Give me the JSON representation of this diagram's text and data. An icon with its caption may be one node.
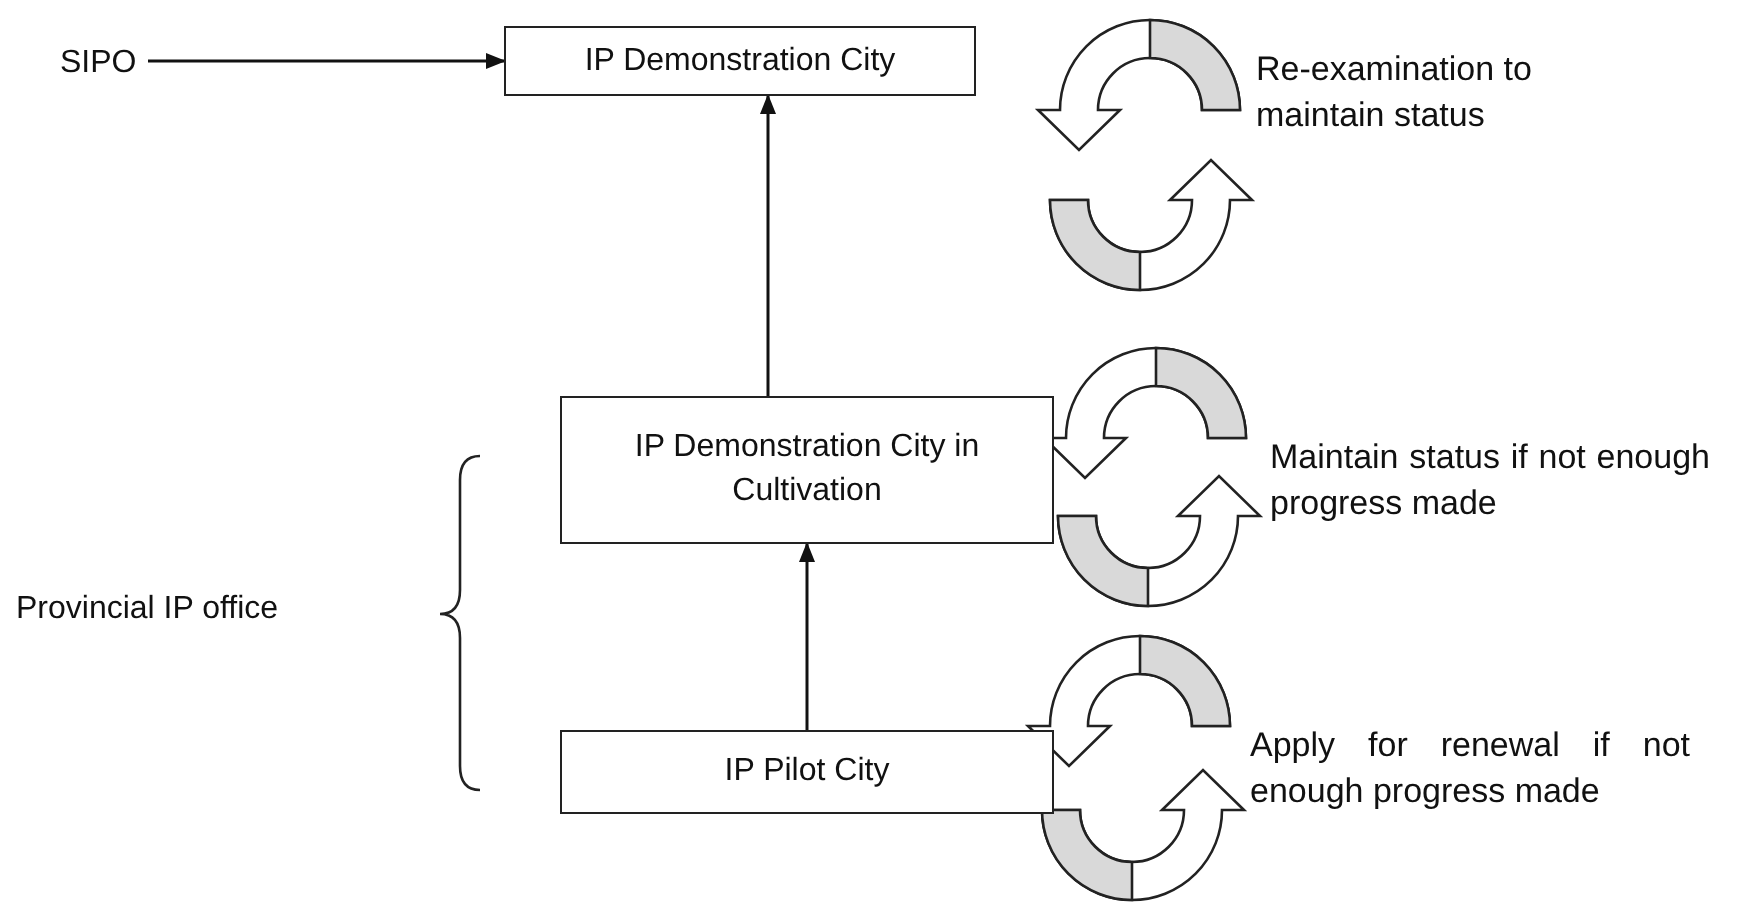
{
  "diagram": {
    "nodes": [
      {
        "text": [
          "SIPO"
        ]
      },
      {
        "text": [
          "IP Demonstration City"
        ]
      },
      {
        "text": [
          "IP Demonstration City in Cultivation"
        ]
      },
      {
        "text": [
          "IP Pilot City"
        ]
      }
    ],
    "edges": [
      {
        "from": 0,
        "to": 1,
        "arrow": "to"
      },
      {
        "from": 3,
        "to": 2,
        "arrow": "to"
      },
      {
        "from": 2,
        "to": 1,
        "arrow": "to"
      }
    ],
    "labels": [
      "Re-examination to maintain status",
      "Maintain status if not enough progress made",
      "Provincial IP office",
      "Apply for renewal if not enough progress made"
    ]
  }
}
